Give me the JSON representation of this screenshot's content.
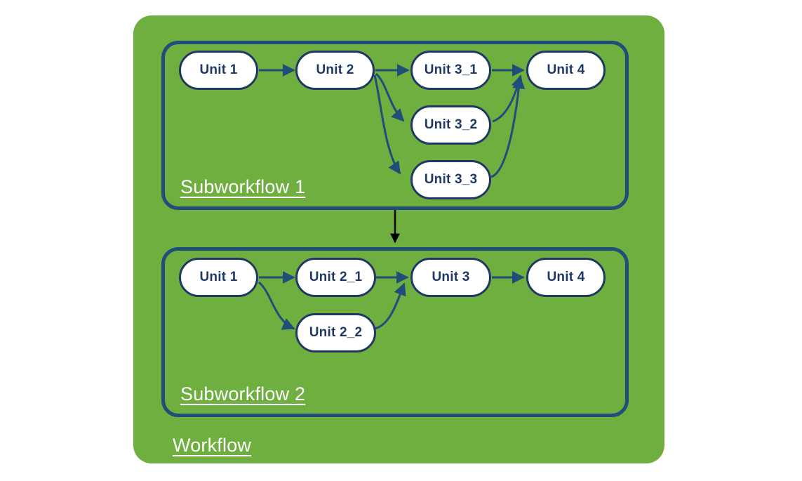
{
  "diagram": {
    "title": "Workflow",
    "colors": {
      "container_green": "#6EAF3F",
      "group_border_blue": "#1F4E79",
      "node_border_blue": "#1F3864",
      "node_text_blue": "#1F3864",
      "node_fill": "#FFFFFF",
      "label_text": "#FFFFFF",
      "edge_blue": "#1F4E79",
      "inter_group_edge": "#000000"
    },
    "groups": [
      {
        "id": "subworkflow-1",
        "label": "Subworkflow 1"
      },
      {
        "id": "subworkflow-2",
        "label": "Subworkflow 2"
      }
    ],
    "outer_label": "Workflow"
  },
  "subworkflow1": {
    "label": "Subworkflow 1",
    "nodes": [
      {
        "id": "sw1-unit-1",
        "label": "Unit 1"
      },
      {
        "id": "sw1-unit-2",
        "label": "Unit 2"
      },
      {
        "id": "sw1-unit-3-1",
        "label": "Unit 3_1"
      },
      {
        "id": "sw1-unit-3-2",
        "label": "Unit 3_2"
      },
      {
        "id": "sw1-unit-3-3",
        "label": "Unit 3_3"
      },
      {
        "id": "sw1-unit-4",
        "label": "Unit 4"
      }
    ],
    "edges": [
      {
        "from": "Unit 1",
        "to": "Unit 2"
      },
      {
        "from": "Unit 2",
        "to": "Unit 3_1"
      },
      {
        "from": "Unit 2",
        "to": "Unit 3_2"
      },
      {
        "from": "Unit 2",
        "to": "Unit 3_3"
      },
      {
        "from": "Unit 3_1",
        "to": "Unit 4"
      },
      {
        "from": "Unit 3_2",
        "to": "Unit 4"
      },
      {
        "from": "Unit 3_3",
        "to": "Unit 4"
      }
    ]
  },
  "subworkflow2": {
    "label": "Subworkflow 2",
    "nodes": [
      {
        "id": "sw2-unit-1",
        "label": "Unit 1"
      },
      {
        "id": "sw2-unit-2-1",
        "label": "Unit 2_1"
      },
      {
        "id": "sw2-unit-2-2",
        "label": "Unit 2_2"
      },
      {
        "id": "sw2-unit-3",
        "label": "Unit 3"
      },
      {
        "id": "sw2-unit-4",
        "label": "Unit 4"
      }
    ],
    "edges": [
      {
        "from": "Unit 1",
        "to": "Unit 2_1"
      },
      {
        "from": "Unit 1",
        "to": "Unit 2_2"
      },
      {
        "from": "Unit 2_1",
        "to": "Unit 3"
      },
      {
        "from": "Unit 2_2",
        "to": "Unit 3"
      },
      {
        "from": "Unit 3",
        "to": "Unit 4"
      }
    ]
  },
  "inter_group_edge": {
    "from": "Subworkflow 1",
    "to": "Subworkflow 2"
  }
}
